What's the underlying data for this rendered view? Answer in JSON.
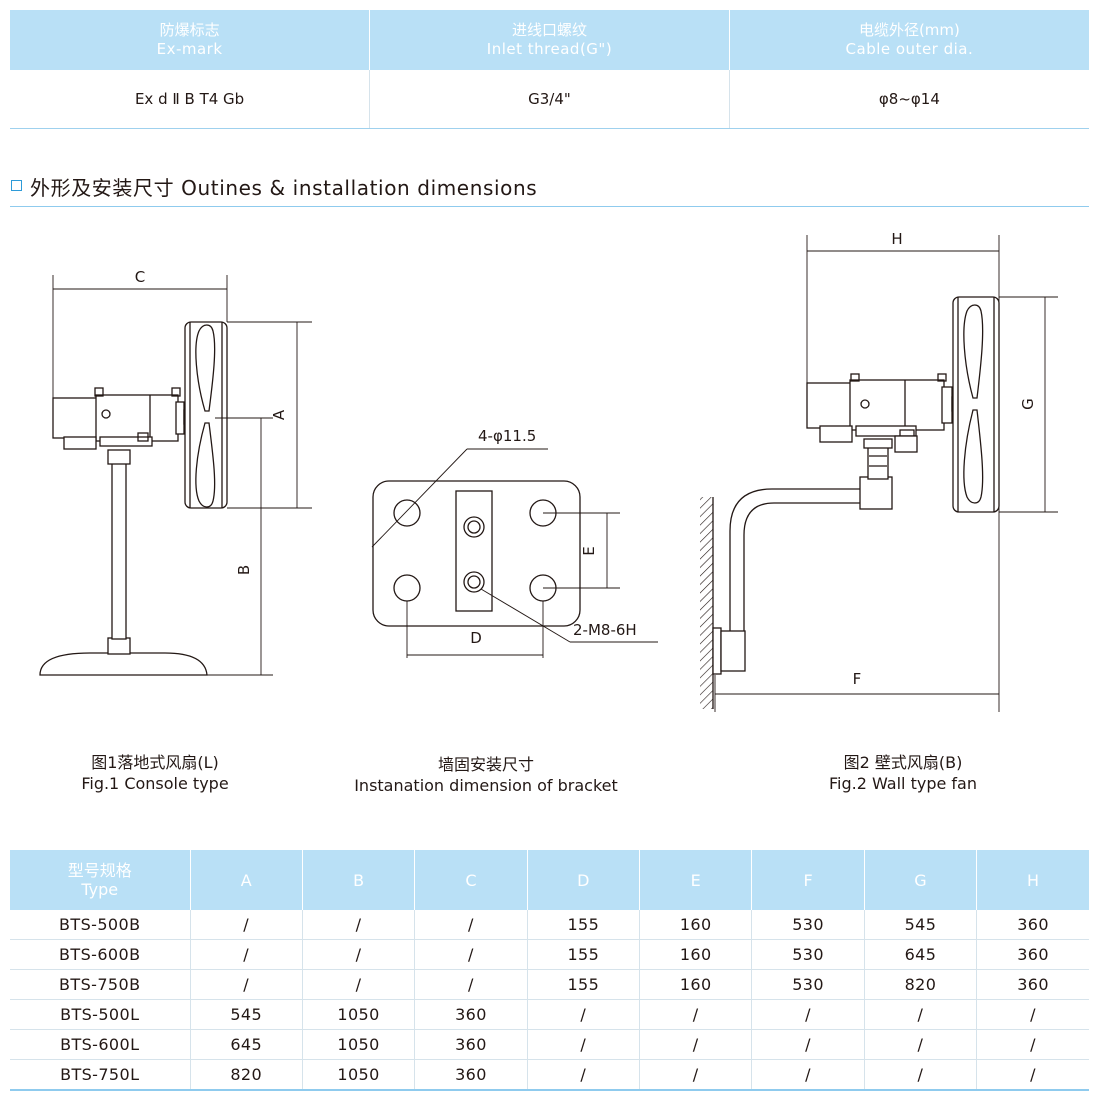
{
  "spec_table": {
    "headers": [
      {
        "cn": "防爆标志",
        "en": "Ex-mark"
      },
      {
        "cn": "进线口螺纹",
        "en": "Inlet thread(G\")"
      },
      {
        "cn": "电缆外径(mm)",
        "en": "Cable outer dia."
      }
    ],
    "values": [
      "Ex d  Ⅱ B T4 Gb",
      "G3/4\"",
      "φ8~φ14"
    ]
  },
  "section": {
    "title": "外形及安装尺寸 Outines & installation dimensions"
  },
  "drawing_labels": {
    "C": "C",
    "A": "A",
    "B": "B",
    "hole": "4-φ11.5",
    "E": "E",
    "D": "D",
    "thread": "2-M8-6H",
    "H": "H",
    "G": "G",
    "F": "F"
  },
  "captions": {
    "fig1": {
      "cn": "图1落地式风扇(L)",
      "en": "Fig.1 Console type"
    },
    "bracket": {
      "cn": "墙固安装尺寸",
      "en": "Instanation dimension of bracket"
    },
    "fig2": {
      "cn": "图2 壁式风扇(B)",
      "en": "Fig.2 Wall type fan"
    }
  },
  "data_table": {
    "type_header": {
      "cn": "型号规格",
      "en": "Type"
    },
    "columns": [
      "A",
      "B",
      "C",
      "D",
      "E",
      "F",
      "G",
      "H"
    ],
    "rows": [
      [
        "BTS-500B",
        "/",
        "/",
        "/",
        "155",
        "160",
        "530",
        "545",
        "360"
      ],
      [
        "BTS-600B",
        "/",
        "/",
        "/",
        "155",
        "160",
        "530",
        "645",
        "360"
      ],
      [
        "BTS-750B",
        "/",
        "/",
        "/",
        "155",
        "160",
        "530",
        "820",
        "360"
      ],
      [
        "BTS-500L",
        "545",
        "1050",
        "360",
        "/",
        "/",
        "/",
        "/",
        "/"
      ],
      [
        "BTS-600L",
        "645",
        "1050",
        "360",
        "/",
        "/",
        "/",
        "/",
        "/"
      ],
      [
        "BTS-750L",
        "820",
        "1050",
        "360",
        "/",
        "/",
        "/",
        "/",
        "/"
      ]
    ]
  }
}
